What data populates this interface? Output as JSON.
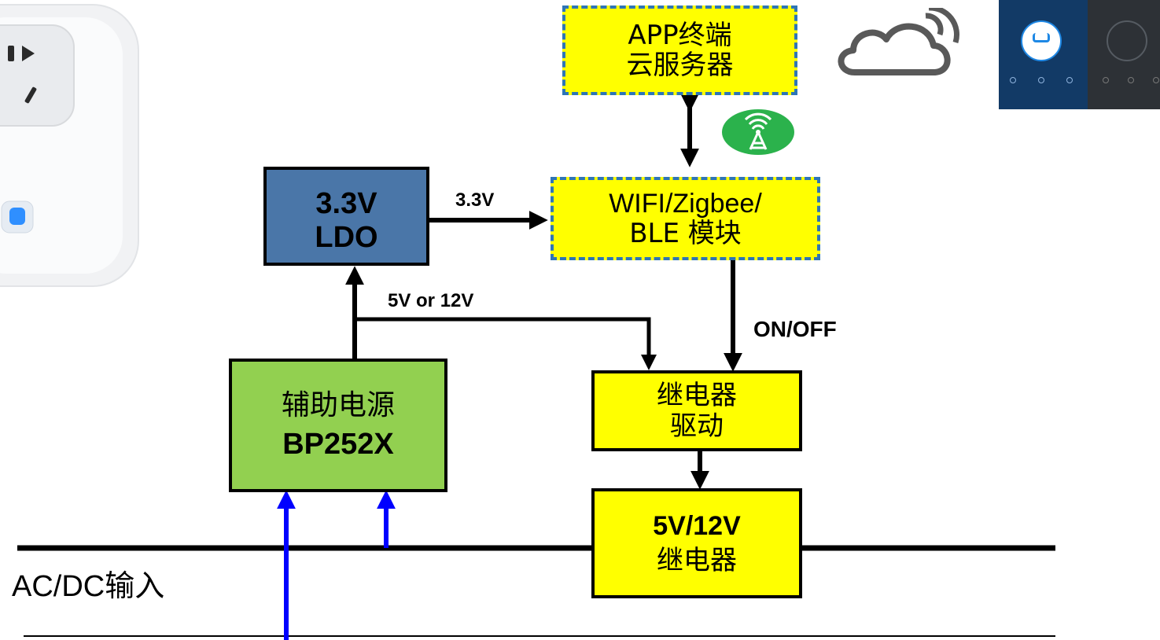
{
  "app_box": {
    "line1": "APP终端",
    "line2": "云服务器"
  },
  "wifi_box": {
    "line1": "WIFI/Zigbee/",
    "line2": "BLE 模块"
  },
  "ldo_box": {
    "line1": "3.3V",
    "line2": "LDO"
  },
  "aux_box": {
    "line1": "辅助电源",
    "line2": "BP252X"
  },
  "relay_driver_box": {
    "line1": "继电器",
    "line2": "驱动"
  },
  "relay_box": {
    "line1": "5V/12V",
    "line2": "继电器"
  },
  "labels": {
    "ldo_out": "3.3V",
    "aux_out": "5V or 12V",
    "on_off": "ON/OFF",
    "ac_dc_input": "AC/DC输入"
  },
  "colors": {
    "yellow": "#ffff00",
    "dashed_border": "#2e75b6",
    "ldo_blue": "#4a76a8",
    "aux_green": "#92d050",
    "input_arrow_blue": "#0000ff",
    "antenna_green": "#2bb24c"
  }
}
